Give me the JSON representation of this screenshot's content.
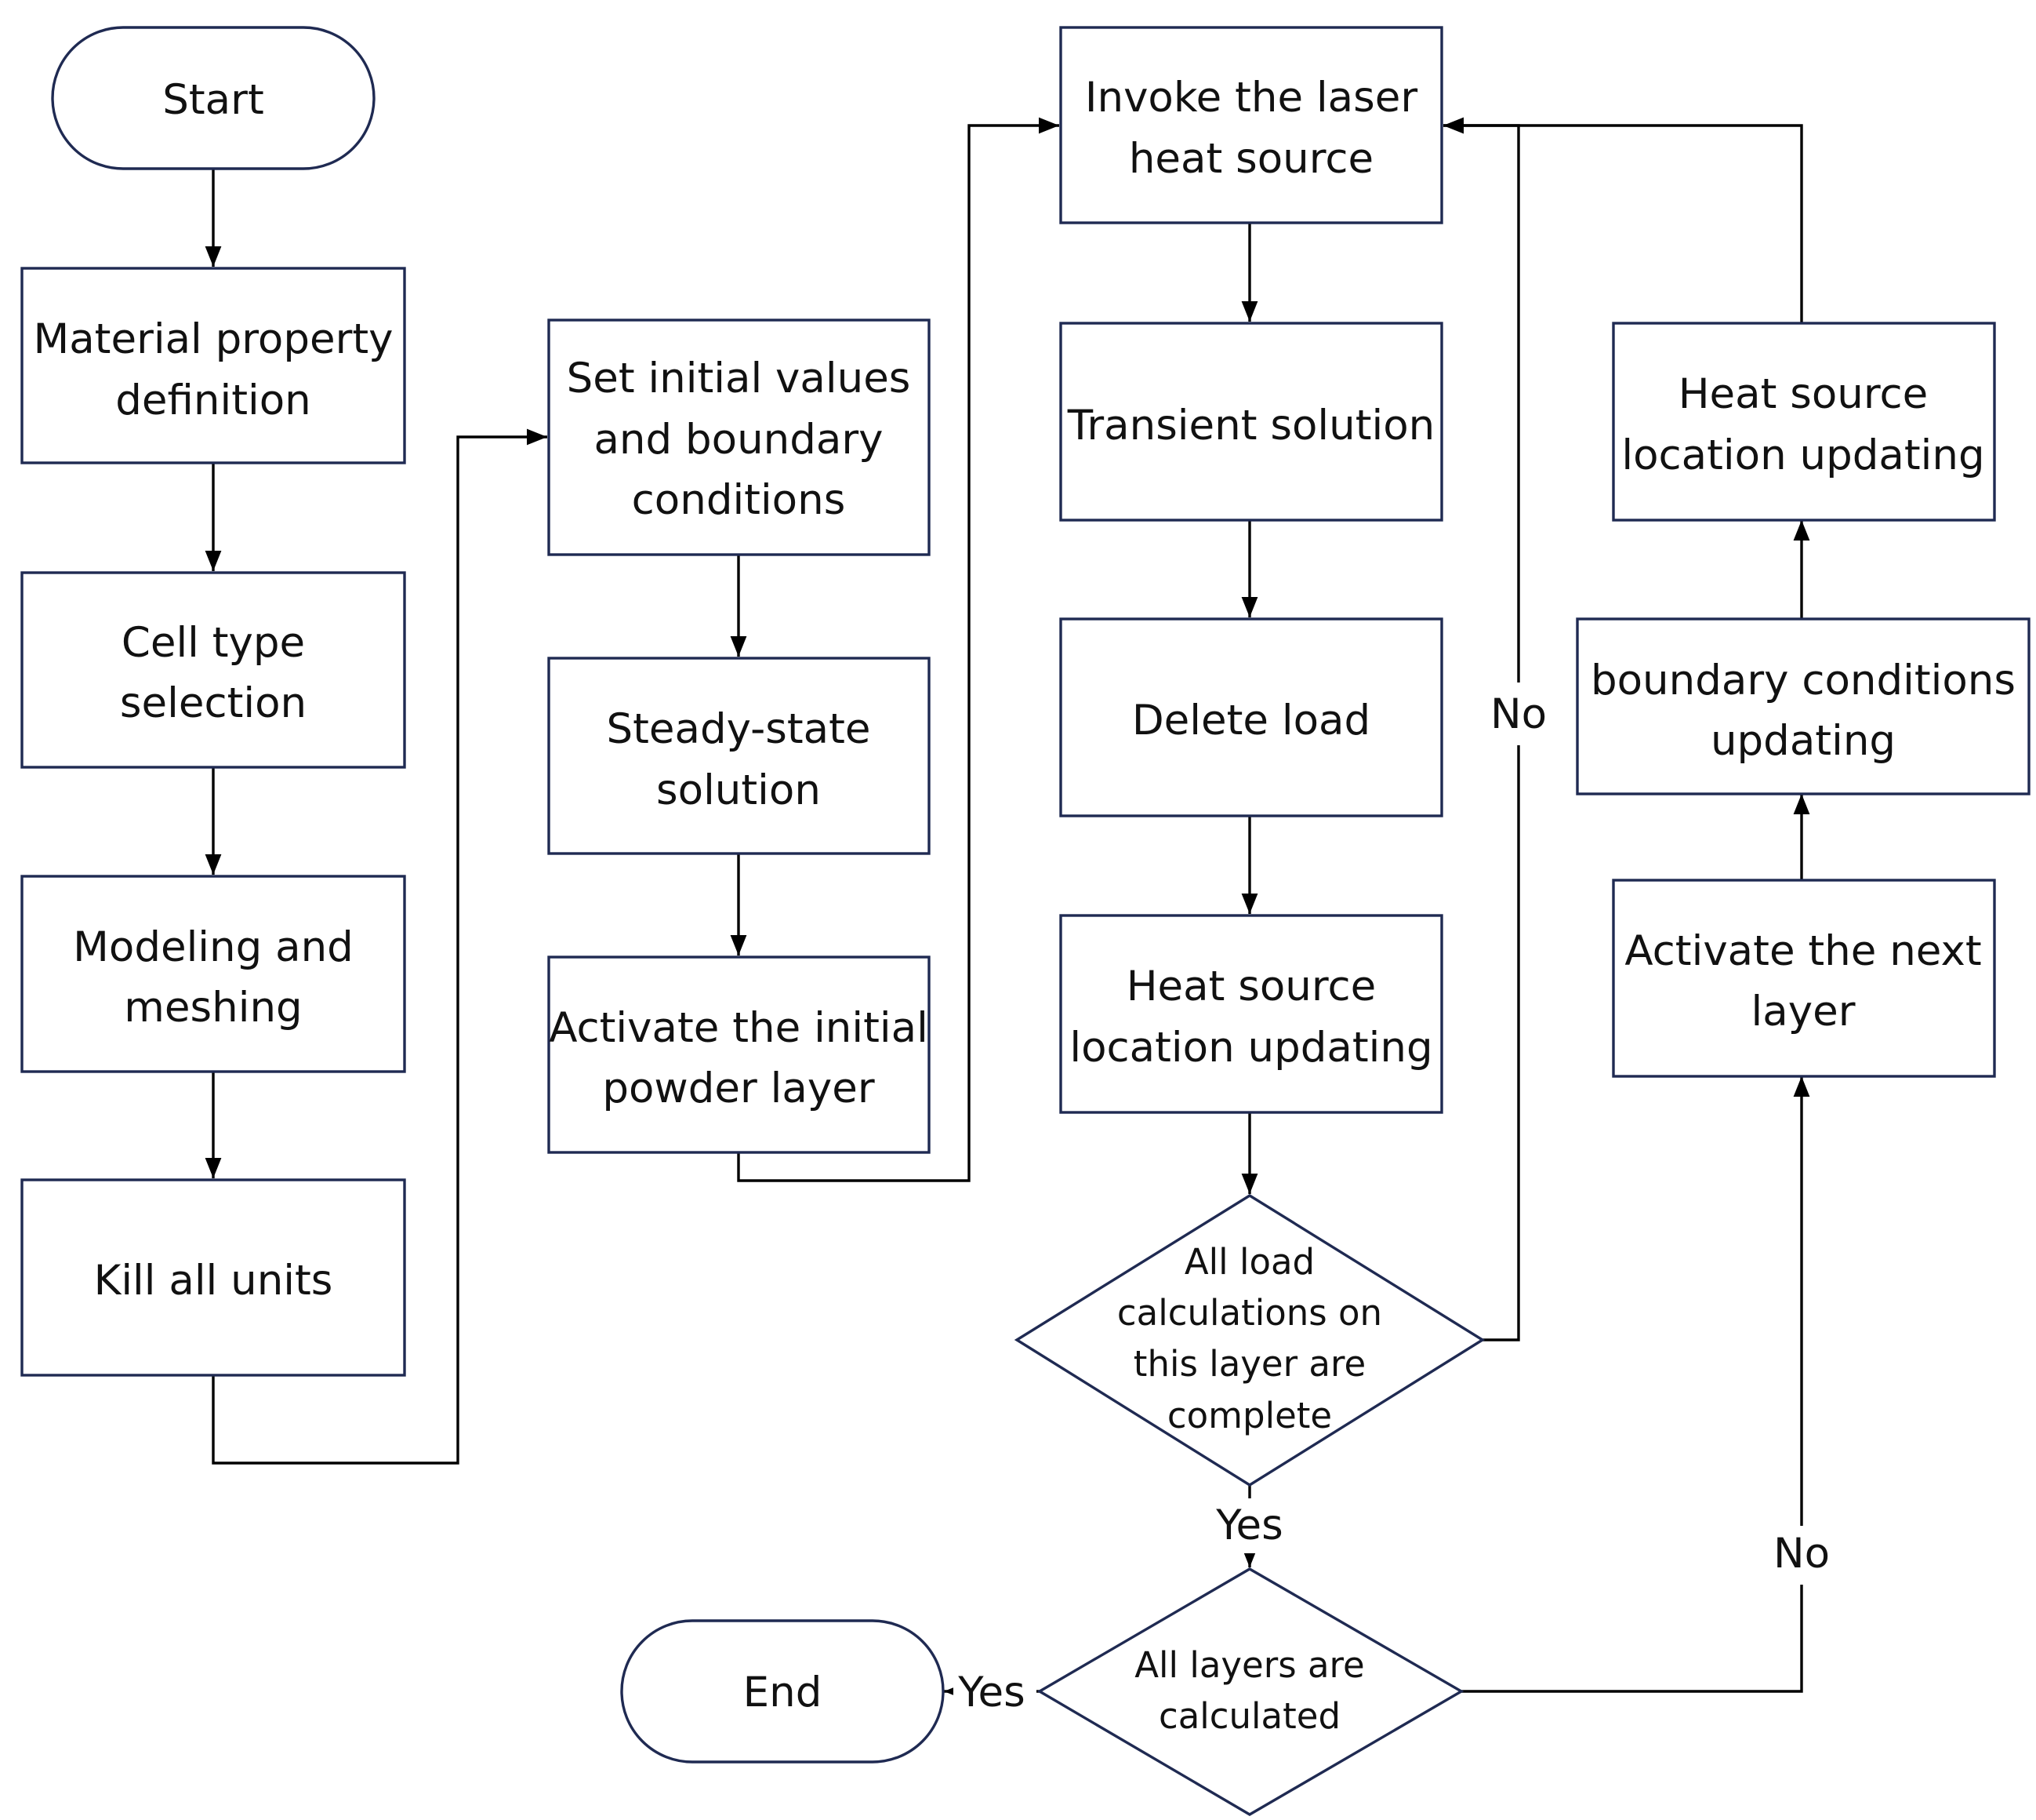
{
  "nodes": {
    "start": "Start",
    "material": [
      "Material property",
      "definition"
    ],
    "cell_type": [
      "Cell type",
      "selection"
    ],
    "modeling": [
      "Modeling and",
      "meshing"
    ],
    "kill": [
      "Kill all units"
    ],
    "set_initial": [
      "Set initial values",
      "and boundary",
      "conditions"
    ],
    "steady": [
      "Steady-state",
      "solution"
    ],
    "activate_initial": [
      "Activate the initial",
      "powder layer"
    ],
    "invoke": [
      "Invoke the laser",
      "heat source"
    ],
    "transient": [
      "Transient solution"
    ],
    "delete_load": [
      "Delete load"
    ],
    "heat_update_mid": [
      "Heat source",
      "location updating"
    ],
    "decision_load": [
      "All load",
      "calculations on",
      "this layer are",
      "complete"
    ],
    "decision_layers": [
      "All layers are",
      "calculated"
    ],
    "end": "End",
    "heat_update_right": [
      "Heat source",
      "location updating"
    ],
    "boundary_update": [
      "boundary conditions",
      "updating"
    ],
    "activate_next": [
      "Activate the next",
      "layer"
    ]
  },
  "edge_labels": {
    "load_no": "No",
    "load_yes": "Yes",
    "layers_yes": "Yes",
    "layers_no": "No"
  },
  "colors": {
    "box_stroke": "#1f2a52",
    "line": "#000000",
    "text": "#111111"
  }
}
